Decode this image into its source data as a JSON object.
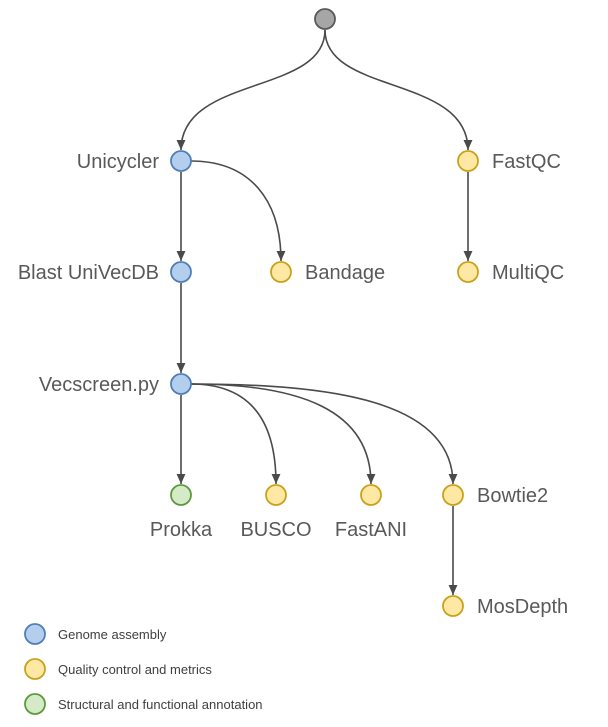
{
  "colors": {
    "root": {
      "fill": "#a6a6a6",
      "stroke": "#595959"
    },
    "genome_assembly": {
      "fill": "#b4cfee",
      "stroke": "#4f7fb8"
    },
    "quality_control": {
      "fill": "#ffe8a3",
      "stroke": "#c9a21c"
    },
    "annotation": {
      "fill": "#d5ebc8",
      "stroke": "#5d9a3e"
    },
    "edge": "#4a4a4a"
  },
  "nodes": [
    {
      "id": "root",
      "label": "",
      "category": "root"
    },
    {
      "id": "unicycler",
      "label": "Unicycler",
      "category": "genome_assembly"
    },
    {
      "id": "fastqc",
      "label": "FastQC",
      "category": "quality_control"
    },
    {
      "id": "blast",
      "label": "Blast UniVecDB",
      "category": "genome_assembly"
    },
    {
      "id": "bandage",
      "label": "Bandage",
      "category": "quality_control"
    },
    {
      "id": "multiqc",
      "label": "MultiQC",
      "category": "quality_control"
    },
    {
      "id": "vecscreen",
      "label": "Vecscreen.py",
      "category": "genome_assembly"
    },
    {
      "id": "prokka",
      "label": "Prokka",
      "category": "annotation"
    },
    {
      "id": "busco",
      "label": "BUSCO",
      "category": "quality_control"
    },
    {
      "id": "fastani",
      "label": "FastANI",
      "category": "quality_control"
    },
    {
      "id": "bowtie2",
      "label": "Bowtie2",
      "category": "quality_control"
    },
    {
      "id": "mosdepth",
      "label": "MosDepth",
      "category": "quality_control"
    }
  ],
  "edges": [
    {
      "from": "root",
      "to": "unicycler"
    },
    {
      "from": "root",
      "to": "fastqc"
    },
    {
      "from": "unicycler",
      "to": "blast"
    },
    {
      "from": "unicycler",
      "to": "bandage"
    },
    {
      "from": "fastqc",
      "to": "multiqc"
    },
    {
      "from": "blast",
      "to": "vecscreen"
    },
    {
      "from": "vecscreen",
      "to": "prokka"
    },
    {
      "from": "vecscreen",
      "to": "busco"
    },
    {
      "from": "vecscreen",
      "to": "fastani"
    },
    {
      "from": "vecscreen",
      "to": "bowtie2"
    },
    {
      "from": "bowtie2",
      "to": "mosdepth"
    }
  ],
  "legend": [
    {
      "label": "Genome assembly",
      "category": "genome_assembly"
    },
    {
      "label": "Quality control and metrics",
      "category": "quality_control"
    },
    {
      "label": "Structural and functional annotation",
      "category": "annotation"
    }
  ]
}
